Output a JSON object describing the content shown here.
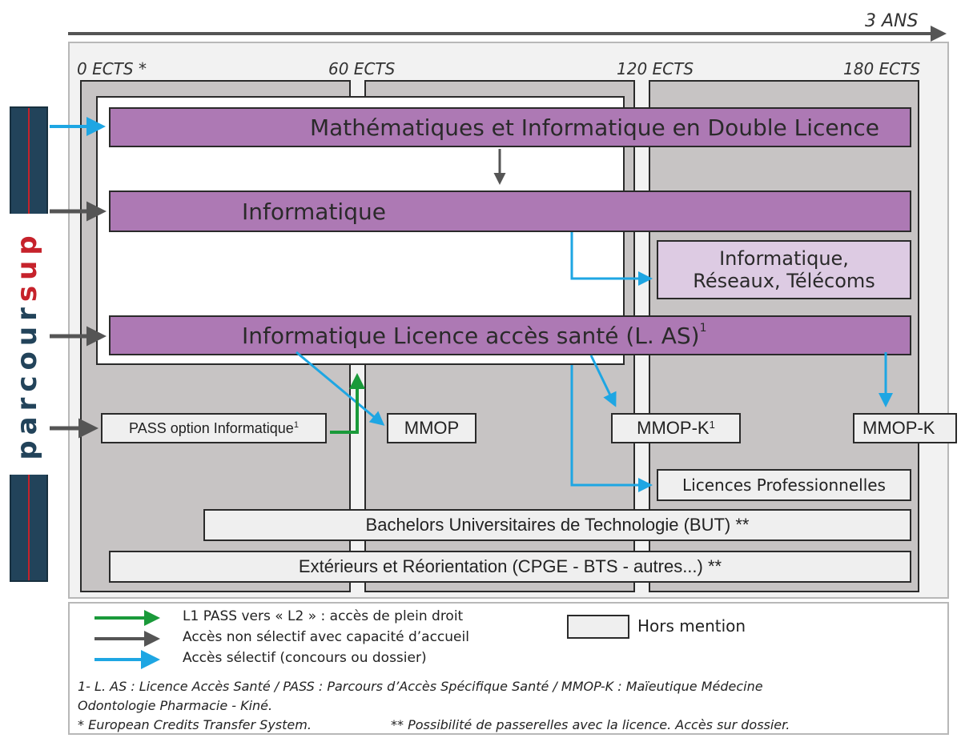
{
  "timeline": {
    "label": "3 ANS"
  },
  "ects": {
    "e0": "0 ECTS *",
    "e60": "60 ECTS",
    "e120": "120 ECTS",
    "e180": "180 ECTS"
  },
  "parcoursup": {
    "part1": "parcour",
    "part2": "sup"
  },
  "programs": {
    "math_info": "Mathématiques et Informatique en Double Licence",
    "informatique": "Informatique",
    "info_las": "Informatique Licence accès santé (L. AS)",
    "info_las_sup": "1",
    "irt": "Informatique,\nRéseaux, Télécoms",
    "pass": "PASS option Informatique",
    "pass_sup": "1",
    "mmop": "MMOP",
    "mmopk1": "MMOP-K",
    "mmopk1_sup": "1",
    "mmopk": "MMOP-K",
    "licpro": "Licences Professionnelles",
    "but": "Bachelors Universitaires de Technologie (BUT) **",
    "ext": "Extérieurs et Réorientation (CPGE - BTS - autres...) **"
  },
  "legend": {
    "green": "L1 PASS vers « L2 » : accès de plein droit",
    "dark": "Accès non sélectif avec capacité d’accueil",
    "blue": "Accès sélectif (concours ou dossier)",
    "hors": "Hors mention"
  },
  "notes": {
    "n1a": "1- L. AS : Licence Accès Santé / PASS : Parcours d’Accès Spécifique Santé / MMOP-K : Maïeutique Médecine",
    "n1b": "Odontologie Pharmacie - Kiné.",
    "n2": "* European Credits Transfer System.",
    "n3": "** Possibilité de passerelles avec la licence. Accès sur dossier."
  },
  "colors": {
    "purple": "#ad79b4",
    "light_purple": "#ddcbe3",
    "grey_box": "#efefef",
    "column": "#c7c4c4",
    "blue_arrow": "#1ea6e3",
    "dark_arrow": "#555555",
    "green_arrow": "#1a9a3a",
    "parcoursup_navy": "#22435a",
    "parcoursup_red": "#c6222b"
  }
}
